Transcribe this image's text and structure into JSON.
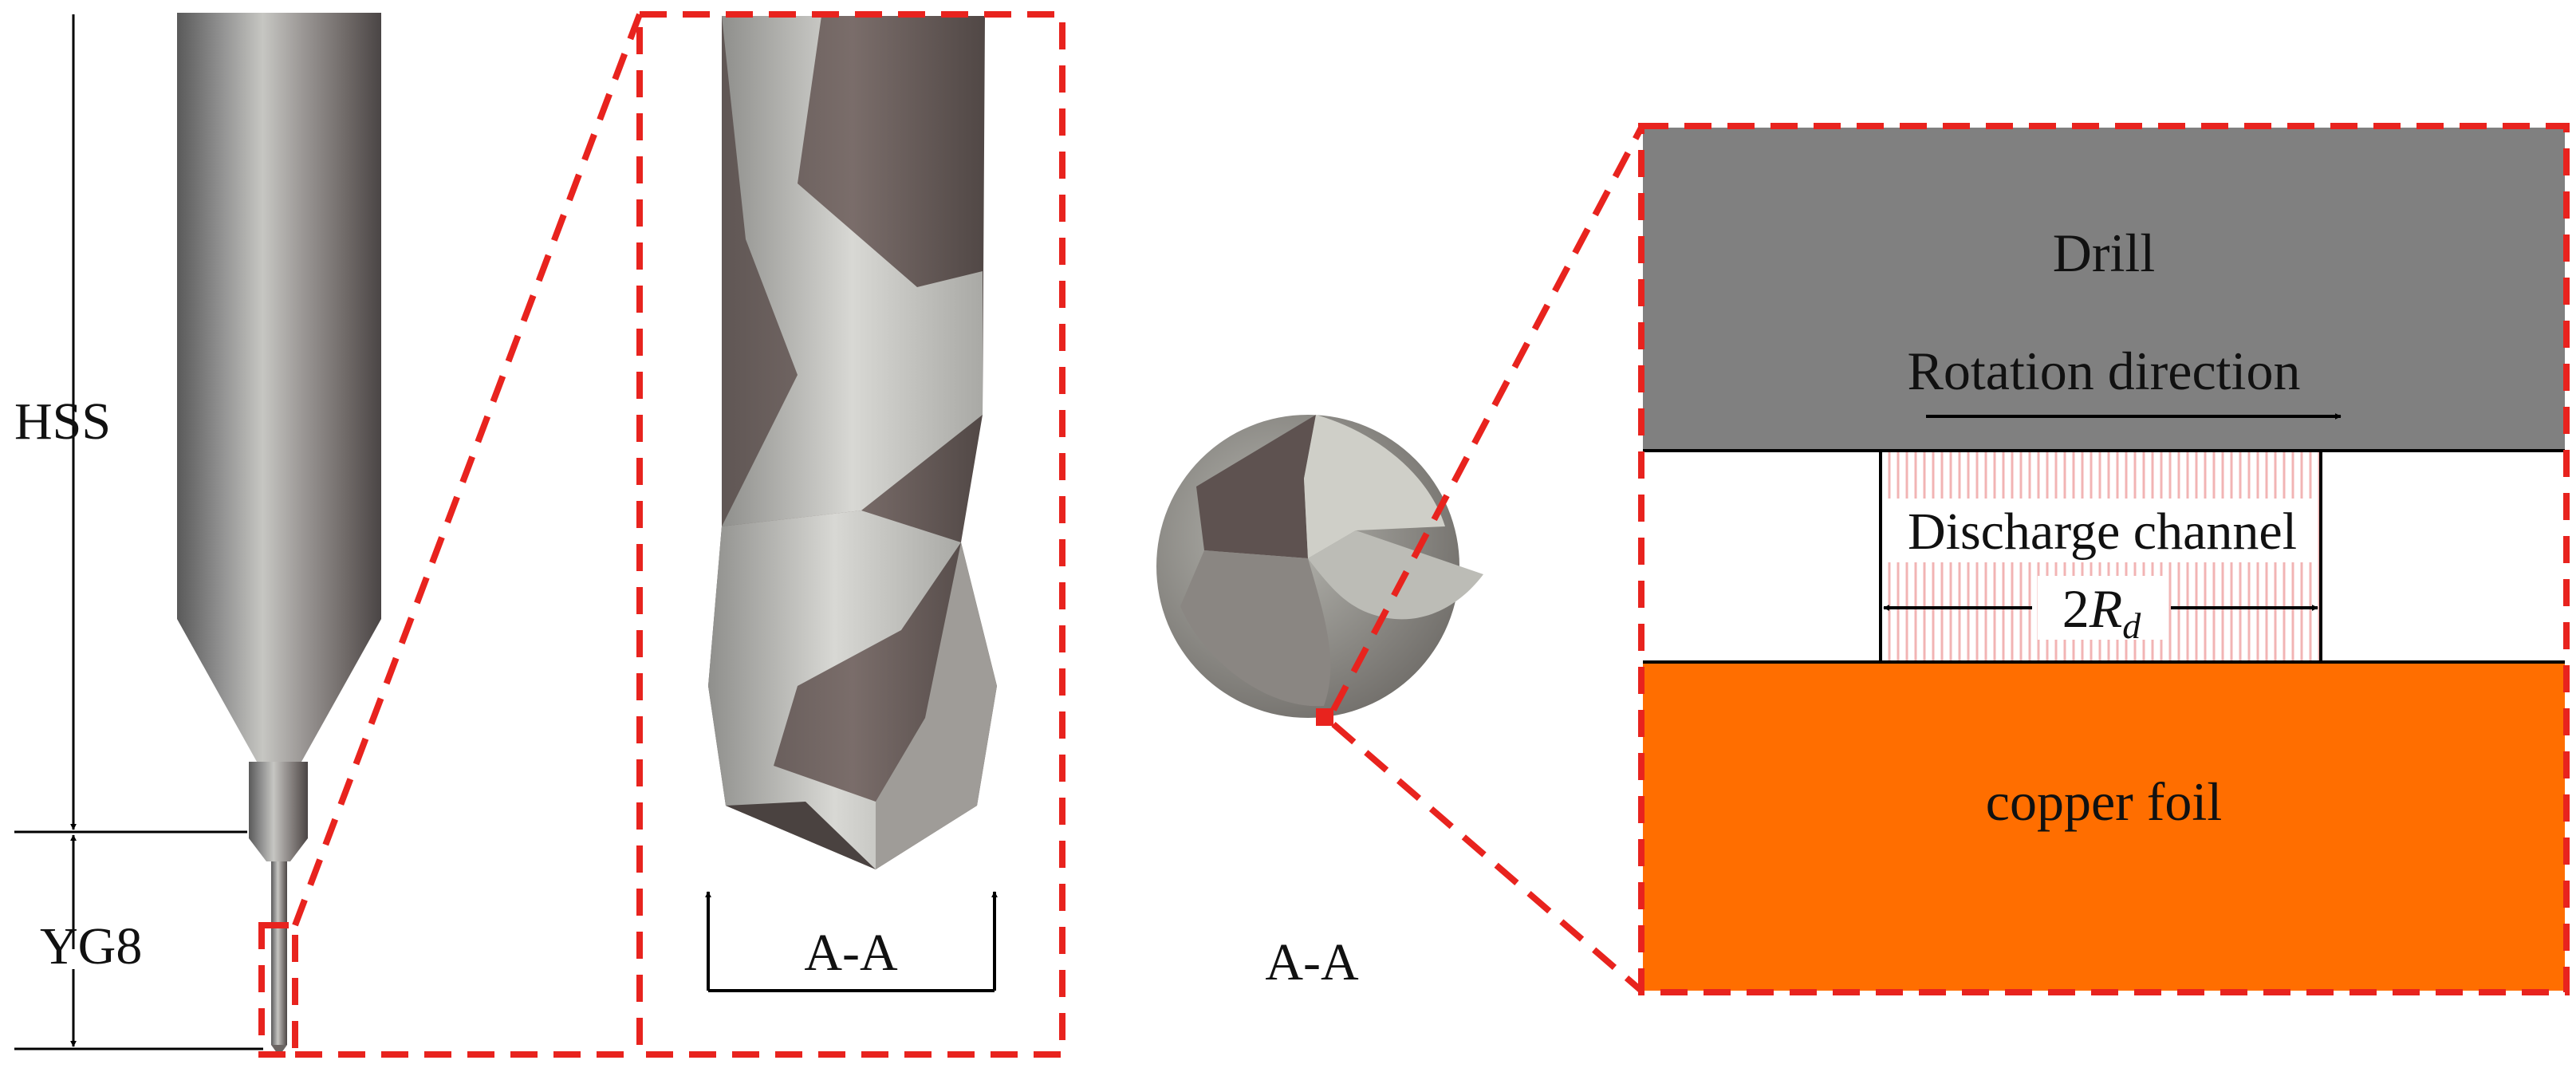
{
  "labels": {
    "hss": "HSS",
    "yg8": "YG8",
    "section_left": "A-A",
    "section_right": "A-A",
    "drill": "Drill",
    "rotation": "Rotation direction",
    "discharge": "Discharge channel",
    "rd_coef": "2",
    "rd_var": "R",
    "rd_sub": "d",
    "copper": "copper foil"
  },
  "colors": {
    "dashed_outline": "#e8231e",
    "drill_block": "#808080",
    "copper_block": "#ff6e00",
    "channel_hatch": "#f2b4b4"
  }
}
